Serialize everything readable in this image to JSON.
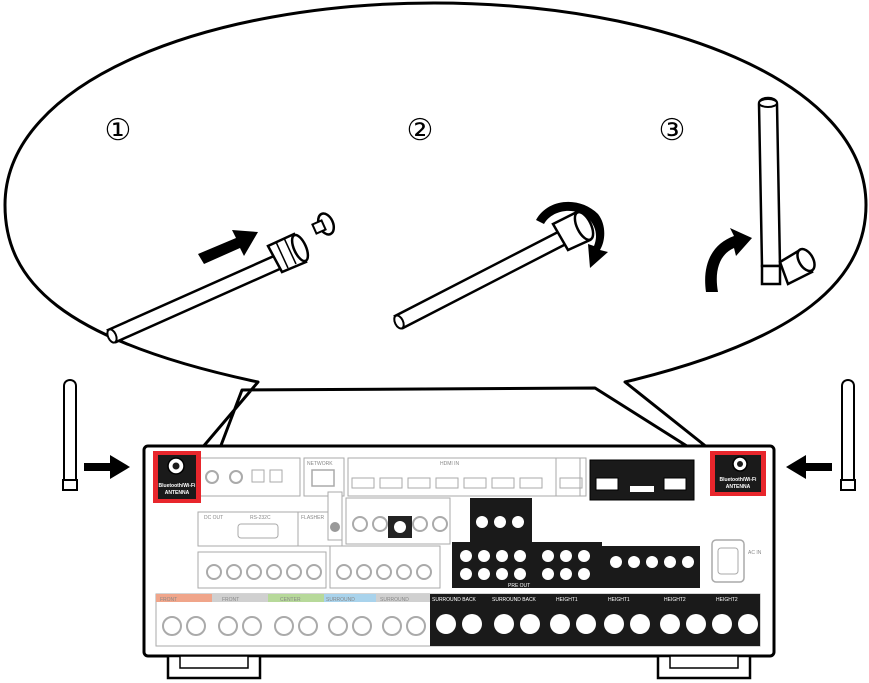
{
  "steps": [
    {
      "number": "①"
    },
    {
      "number": "②"
    },
    {
      "number": "③"
    }
  ],
  "antenna_label_left": {
    "line1": "Bluetooth/Wi-Fi",
    "line2": "ANTENNA"
  },
  "antenna_label_right": {
    "line1": "Bluetooth/Wi-Fi",
    "line2": "ANTENNA"
  },
  "panel": {
    "speaker_channels": [
      "FRONT",
      "FRONT",
      "CENTER",
      "SURROUND",
      "SURROUND",
      "SURROUND BACK",
      "SURROUND BACK",
      "HEIGHT1",
      "HEIGHT1",
      "HEIGHT2",
      "HEIGHT2"
    ],
    "sections": [
      "NETWORK",
      "HDMI IN",
      "DC OUT",
      "RS-232C",
      "FLASHER",
      "PRE OUT",
      "AC IN"
    ]
  },
  "colors": {
    "highlight": "#e8262c",
    "panel_fill": "#ffffff",
    "line": "#000000"
  }
}
